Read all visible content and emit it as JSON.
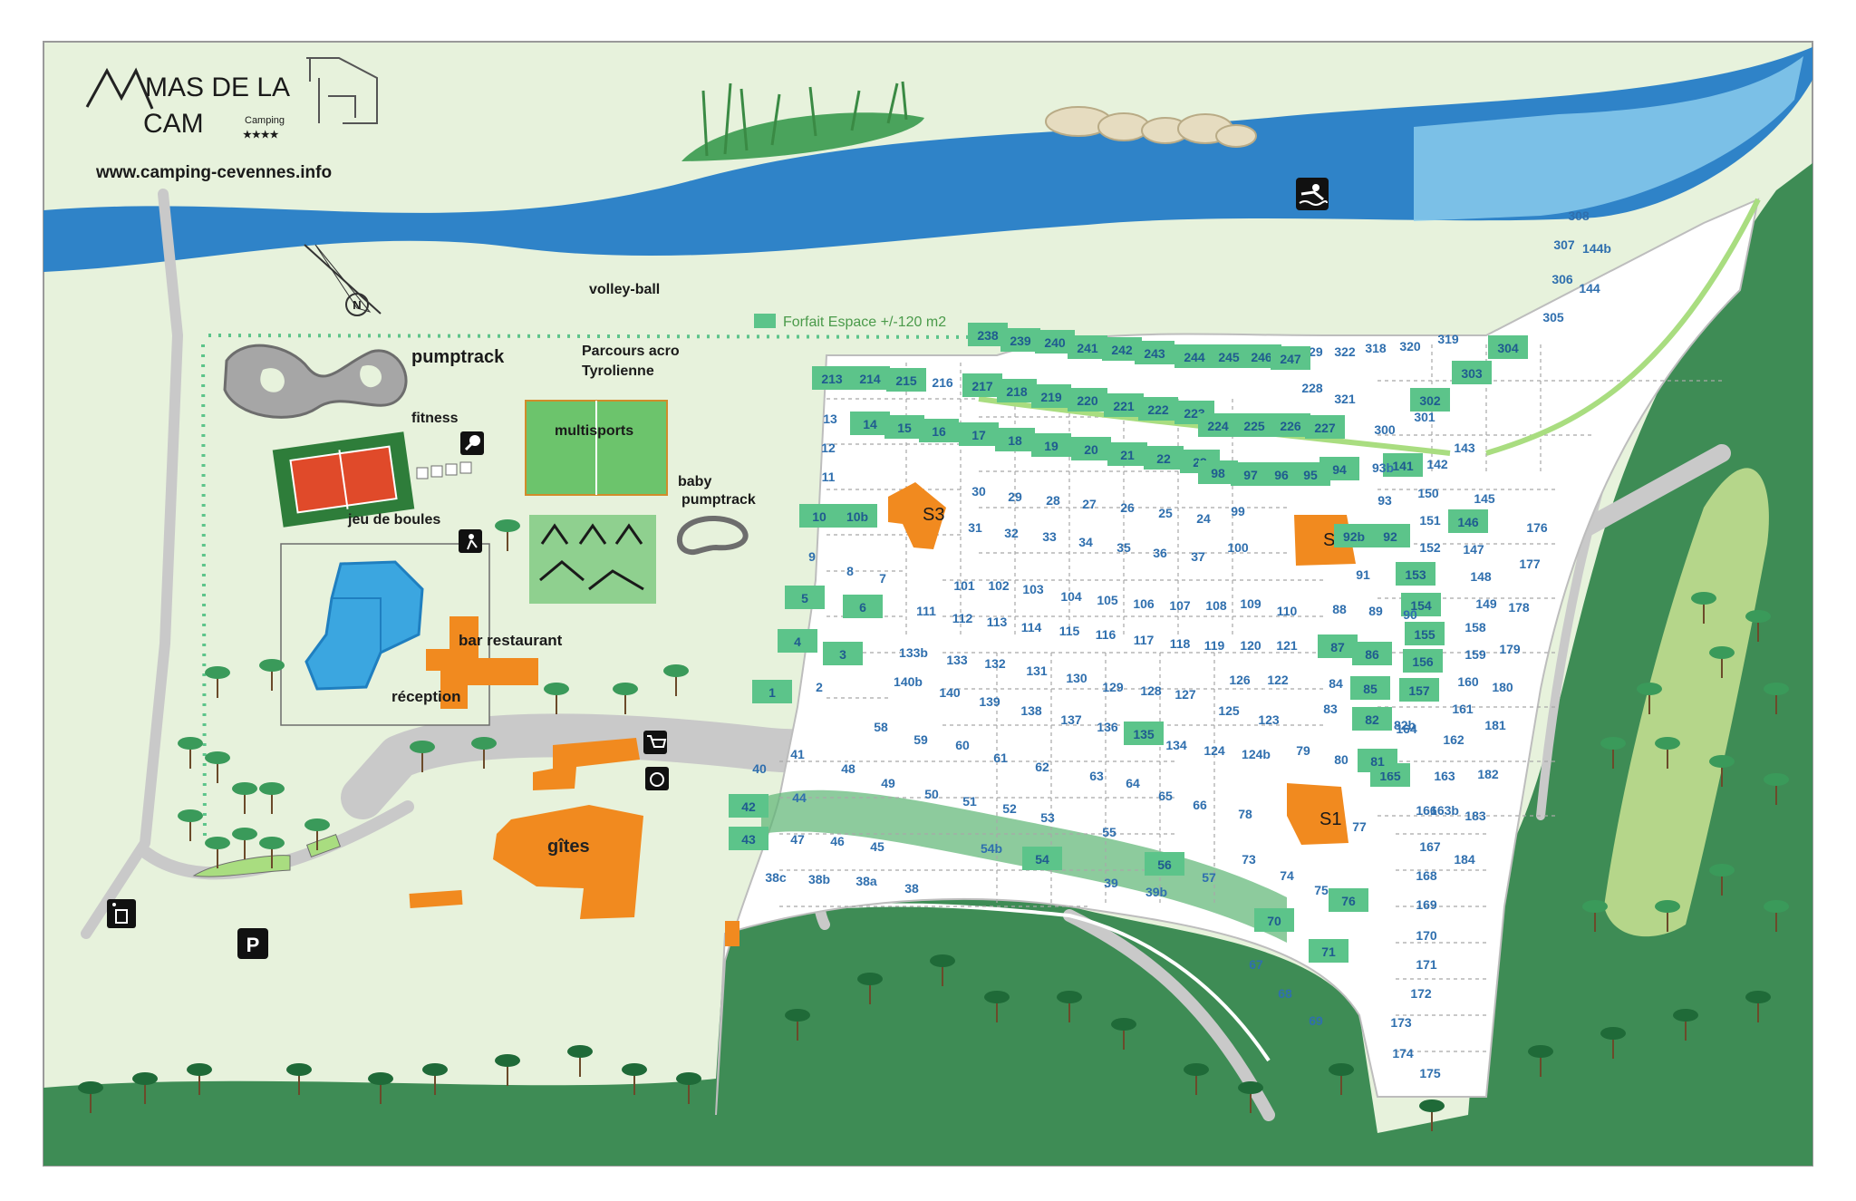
{
  "brand": {
    "logo_line1": "MAS DE LA",
    "logo_line2": "CAM",
    "logo_sub": "Camping",
    "logo_stars": "★★★★",
    "website": "www.camping-cevennes.info"
  },
  "legend": {
    "label": "Forfait Espace +/-120 m2",
    "color": "#5cc48a"
  },
  "colors": {
    "grass": "#e7f2dc",
    "river": "#2f83c8",
    "forest": "#3e8c55",
    "road": "#c9c9c9",
    "building": "#f18a1f",
    "pitch_green": "#5cc48a",
    "pitch_white": "#ffffff"
  },
  "labels": {
    "volleyball": "volley-ball",
    "pumptrack": "pumptrack",
    "acro_line1": "Parcours acro",
    "acro_line2": "Tyrolienne",
    "fitness": "fitness",
    "multisports": "multisports",
    "baby_line1": "baby",
    "baby_line2": "pumptrack",
    "boules": "jeu de boules",
    "bar": "bar restaurant",
    "reception": "réception",
    "gites": "gîtes",
    "parking": "P",
    "north": "N"
  },
  "sanitaries": [
    "S1",
    "S2",
    "S3"
  ],
  "pitches": [
    {
      "n": "308",
      "g": 0
    },
    {
      "n": "307",
      "g": 0
    },
    {
      "n": "144b",
      "g": 0
    },
    {
      "n": "306",
      "g": 0
    },
    {
      "n": "144",
      "g": 0
    },
    {
      "n": "305",
      "g": 0
    },
    {
      "n": "319",
      "g": 0
    },
    {
      "n": "304",
      "g": 1
    },
    {
      "n": "303",
      "g": 1
    },
    {
      "n": "302",
      "g": 1
    },
    {
      "n": "320",
      "g": 0
    },
    {
      "n": "318",
      "g": 0
    },
    {
      "n": "322",
      "g": 0
    },
    {
      "n": "229",
      "g": 0
    },
    {
      "n": "321",
      "g": 0
    },
    {
      "n": "228",
      "g": 0
    },
    {
      "n": "300",
      "g": 0
    },
    {
      "n": "301",
      "g": 0
    },
    {
      "n": "143",
      "g": 0
    },
    {
      "n": "142",
      "g": 0
    },
    {
      "n": "141",
      "g": 1
    },
    {
      "n": "145",
      "g": 0
    },
    {
      "n": "146",
      "g": 1
    },
    {
      "n": "176",
      "g": 0
    },
    {
      "n": "177",
      "g": 0
    },
    {
      "n": "178",
      "g": 0
    },
    {
      "n": "179",
      "g": 0
    },
    {
      "n": "180",
      "g": 0
    },
    {
      "n": "181",
      "g": 0
    },
    {
      "n": "182",
      "g": 0
    },
    {
      "n": "183",
      "g": 0
    },
    {
      "n": "184",
      "g": 0
    },
    {
      "n": "238",
      "g": 1
    },
    {
      "n": "239",
      "g": 1
    },
    {
      "n": "240",
      "g": 1
    },
    {
      "n": "241",
      "g": 1
    },
    {
      "n": "242",
      "g": 1
    },
    {
      "n": "243",
      "g": 1
    },
    {
      "n": "244",
      "g": 1
    },
    {
      "n": "245",
      "g": 1
    },
    {
      "n": "246",
      "g": 1
    },
    {
      "n": "247",
      "g": 1
    },
    {
      "n": "213",
      "g": 1
    },
    {
      "n": "214",
      "g": 1
    },
    {
      "n": "215",
      "g": 1
    },
    {
      "n": "216",
      "g": 0
    },
    {
      "n": "217",
      "g": 1
    },
    {
      "n": "218",
      "g": 1
    },
    {
      "n": "219",
      "g": 1
    },
    {
      "n": "220",
      "g": 1
    },
    {
      "n": "221",
      "g": 1
    },
    {
      "n": "222",
      "g": 1
    },
    {
      "n": "223",
      "g": 1
    },
    {
      "n": "224",
      "g": 1
    },
    {
      "n": "225",
      "g": 1
    },
    {
      "n": "226",
      "g": 1
    },
    {
      "n": "227",
      "g": 1
    },
    {
      "n": "13",
      "g": 0
    },
    {
      "n": "14",
      "g": 1
    },
    {
      "n": "15",
      "g": 1
    },
    {
      "n": "16",
      "g": 1
    },
    {
      "n": "17",
      "g": 1
    },
    {
      "n": "18",
      "g": 1
    },
    {
      "n": "19",
      "g": 1
    },
    {
      "n": "20",
      "g": 1
    },
    {
      "n": "21",
      "g": 1
    },
    {
      "n": "22",
      "g": 1
    },
    {
      "n": "23",
      "g": 1
    },
    {
      "n": "98",
      "g": 1
    },
    {
      "n": "97",
      "g": 1
    },
    {
      "n": "96",
      "g": 1
    },
    {
      "n": "95",
      "g": 1
    },
    {
      "n": "94",
      "g": 1
    },
    {
      "n": "93b",
      "g": 0
    },
    {
      "n": "12",
      "g": 0
    },
    {
      "n": "11",
      "g": 0
    },
    {
      "n": "10",
      "g": 1
    },
    {
      "n": "10b",
      "g": 1
    },
    {
      "n": "9",
      "g": 0
    },
    {
      "n": "8",
      "g": 0
    },
    {
      "n": "7",
      "g": 0
    },
    {
      "n": "30",
      "g": 0
    },
    {
      "n": "29",
      "g": 0
    },
    {
      "n": "28",
      "g": 0
    },
    {
      "n": "27",
      "g": 0
    },
    {
      "n": "26",
      "g": 0
    },
    {
      "n": "25",
      "g": 0
    },
    {
      "n": "24",
      "g": 0
    },
    {
      "n": "31",
      "g": 0
    },
    {
      "n": "32",
      "g": 0
    },
    {
      "n": "33",
      "g": 0
    },
    {
      "n": "34",
      "g": 0
    },
    {
      "n": "35",
      "g": 0
    },
    {
      "n": "36",
      "g": 0
    },
    {
      "n": "37",
      "g": 0
    },
    {
      "n": "99",
      "g": 0
    },
    {
      "n": "100",
      "g": 0
    },
    {
      "n": "93",
      "g": 0
    },
    {
      "n": "150",
      "g": 0
    },
    {
      "n": "151",
      "g": 0
    },
    {
      "n": "152",
      "g": 0
    },
    {
      "n": "92b",
      "g": 1
    },
    {
      "n": "92",
      "g": 1
    },
    {
      "n": "147",
      "g": 0
    },
    {
      "n": "148",
      "g": 0
    },
    {
      "n": "149",
      "g": 0
    },
    {
      "n": "91",
      "g": 0
    },
    {
      "n": "153",
      "g": 1
    },
    {
      "n": "154",
      "g": 1
    },
    {
      "n": "155",
      "g": 1
    },
    {
      "n": "156",
      "g": 1
    },
    {
      "n": "157",
      "g": 1
    },
    {
      "n": "158",
      "g": 0
    },
    {
      "n": "159",
      "g": 0
    },
    {
      "n": "160",
      "g": 0
    },
    {
      "n": "161",
      "g": 0
    },
    {
      "n": "162",
      "g": 0
    },
    {
      "n": "163",
      "g": 0
    },
    {
      "n": "163b",
      "g": 0
    },
    {
      "n": "164",
      "g": 0
    },
    {
      "n": "165",
      "g": 1
    },
    {
      "n": "5",
      "g": 1
    },
    {
      "n": "6",
      "g": 1
    },
    {
      "n": "4",
      "g": 1
    },
    {
      "n": "3",
      "g": 1
    },
    {
      "n": "1",
      "g": 1
    },
    {
      "n": "2",
      "g": 0
    },
    {
      "n": "101",
      "g": 0
    },
    {
      "n": "102",
      "g": 0
    },
    {
      "n": "103",
      "g": 0
    },
    {
      "n": "104",
      "g": 0
    },
    {
      "n": "105",
      "g": 0
    },
    {
      "n": "106",
      "g": 0
    },
    {
      "n": "107",
      "g": 0
    },
    {
      "n": "108",
      "g": 0
    },
    {
      "n": "109",
      "g": 0
    },
    {
      "n": "110",
      "g": 0
    },
    {
      "n": "111",
      "g": 0
    },
    {
      "n": "112",
      "g": 0
    },
    {
      "n": "113",
      "g": 0
    },
    {
      "n": "114",
      "g": 0
    },
    {
      "n": "115",
      "g": 0
    },
    {
      "n": "116",
      "g": 0
    },
    {
      "n": "117",
      "g": 0
    },
    {
      "n": "118",
      "g": 0
    },
    {
      "n": "119",
      "g": 0
    },
    {
      "n": "120",
      "g": 0
    },
    {
      "n": "121",
      "g": 0
    },
    {
      "n": "88",
      "g": 0
    },
    {
      "n": "89",
      "g": 0
    },
    {
      "n": "90",
      "g": 0
    },
    {
      "n": "87",
      "g": 1
    },
    {
      "n": "86",
      "g": 1
    },
    {
      "n": "85",
      "g": 1
    },
    {
      "n": "82",
      "g": 1
    },
    {
      "n": "82b",
      "g": 0
    },
    {
      "n": "84",
      "g": 0
    },
    {
      "n": "83",
      "g": 0
    },
    {
      "n": "133b",
      "g": 0
    },
    {
      "n": "133",
      "g": 0
    },
    {
      "n": "132",
      "g": 0
    },
    {
      "n": "131",
      "g": 0
    },
    {
      "n": "130",
      "g": 0
    },
    {
      "n": "129",
      "g": 0
    },
    {
      "n": "128",
      "g": 0
    },
    {
      "n": "127",
      "g": 0
    },
    {
      "n": "126",
      "g": 0
    },
    {
      "n": "122",
      "g": 0
    },
    {
      "n": "125",
      "g": 0
    },
    {
      "n": "123",
      "g": 0
    },
    {
      "n": "140b",
      "g": 0
    },
    {
      "n": "140",
      "g": 0
    },
    {
      "n": "139",
      "g": 0
    },
    {
      "n": "138",
      "g": 0
    },
    {
      "n": "137",
      "g": 0
    },
    {
      "n": "136",
      "g": 0
    },
    {
      "n": "135",
      "g": 1
    },
    {
      "n": "134",
      "g": 0
    },
    {
      "n": "124",
      "g": 0
    },
    {
      "n": "124b",
      "g": 0
    },
    {
      "n": "79",
      "g": 0
    },
    {
      "n": "80",
      "g": 0
    },
    {
      "n": "81",
      "g": 1
    },
    {
      "n": "58",
      "g": 0
    },
    {
      "n": "59",
      "g": 0
    },
    {
      "n": "60",
      "g": 0
    },
    {
      "n": "61",
      "g": 0
    },
    {
      "n": "62",
      "g": 0
    },
    {
      "n": "63",
      "g": 0
    },
    {
      "n": "64",
      "g": 0
    },
    {
      "n": "65",
      "g": 0
    },
    {
      "n": "66",
      "g": 0
    },
    {
      "n": "41",
      "g": 0
    },
    {
      "n": "40",
      "g": 0
    },
    {
      "n": "48",
      "g": 0
    },
    {
      "n": "49",
      "g": 0
    },
    {
      "n": "50",
      "g": 0
    },
    {
      "n": "51",
      "g": 0
    },
    {
      "n": "52",
      "g": 0
    },
    {
      "n": "53",
      "g": 0
    },
    {
      "n": "44",
      "g": 0
    },
    {
      "n": "42",
      "g": 1
    },
    {
      "n": "43",
      "g": 1
    },
    {
      "n": "47",
      "g": 0
    },
    {
      "n": "46",
      "g": 0
    },
    {
      "n": "45",
      "g": 0
    },
    {
      "n": "54b",
      "g": 0
    },
    {
      "n": "54",
      "g": 1
    },
    {
      "n": "55",
      "g": 0
    },
    {
      "n": "56",
      "g": 1
    },
    {
      "n": "78",
      "g": 0
    },
    {
      "n": "77",
      "g": 0
    },
    {
      "n": "73",
      "g": 0
    },
    {
      "n": "74",
      "g": 0
    },
    {
      "n": "75",
      "g": 0
    },
    {
      "n": "76",
      "g": 1
    },
    {
      "n": "57",
      "g": 0
    },
    {
      "n": "38c",
      "g": 0
    },
    {
      "n": "38b",
      "g": 0
    },
    {
      "n": "38a",
      "g": 0
    },
    {
      "n": "38",
      "g": 0
    },
    {
      "n": "39",
      "g": 0
    },
    {
      "n": "39b",
      "g": 0
    },
    {
      "n": "70",
      "g": 1
    },
    {
      "n": "71",
      "g": 1
    },
    {
      "n": "67",
      "g": 0
    },
    {
      "n": "68",
      "g": 0
    },
    {
      "n": "69",
      "g": 0
    },
    {
      "n": "166",
      "g": 0
    },
    {
      "n": "167",
      "g": 0
    },
    {
      "n": "168",
      "g": 0
    },
    {
      "n": "169",
      "g": 0
    },
    {
      "n": "170",
      "g": 0
    },
    {
      "n": "171",
      "g": 0
    },
    {
      "n": "172",
      "g": 0
    },
    {
      "n": "173",
      "g": 0
    },
    {
      "n": "174",
      "g": 0
    },
    {
      "n": "175",
      "g": 0
    }
  ]
}
